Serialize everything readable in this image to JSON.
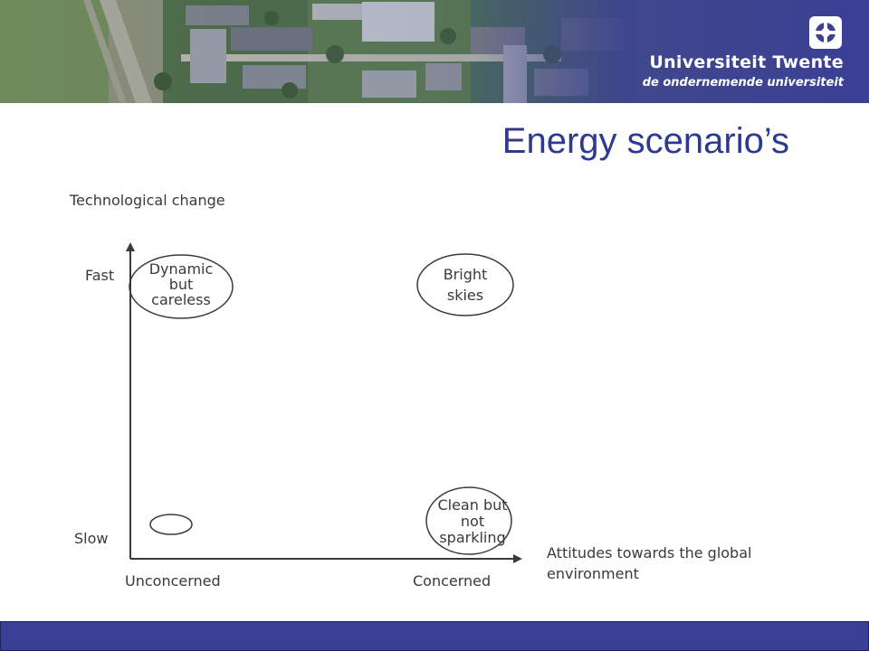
{
  "header": {
    "university_name": "Universiteit Twente",
    "tagline": "de ondernemende universiteit",
    "logo_icon": "utwente-logo-icon"
  },
  "slide": {
    "title": "Energy scenario’s"
  },
  "diagram": {
    "y_axis_label": "Technological change",
    "x_axis_label_line1": "Attitudes towards the global",
    "x_axis_label_line2": "environment",
    "y_ticks": {
      "high": "Fast",
      "low": "Slow"
    },
    "x_ticks": {
      "low": "Unconcerned",
      "high": "Concerned"
    },
    "scenarios": {
      "fast_unconcerned": [
        "Dynamic",
        "but",
        "careless"
      ],
      "fast_concerned": [
        "Bright",
        "skies"
      ],
      "slow_concerned": [
        "Clean but",
        "not",
        "sparkling"
      ],
      "slow_unconcerned": []
    }
  },
  "colors": {
    "brand_blue": "#3b3f95",
    "title_blue": "#2f3a8f",
    "diagram_ink": "#3a3a3a"
  }
}
